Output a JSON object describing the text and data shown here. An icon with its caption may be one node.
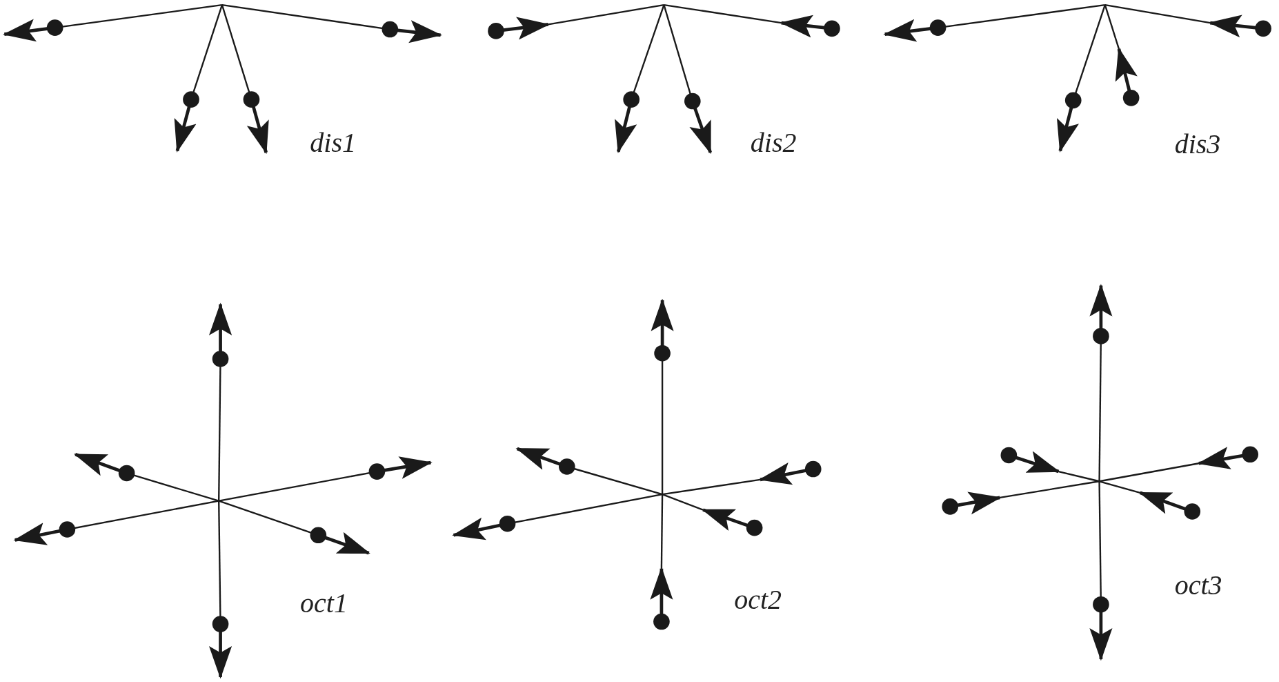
{
  "diagram": {
    "labels": [
      "dis1",
      "dis2",
      "dis3",
      "oct1",
      "oct2",
      "oct3"
    ]
  }
}
